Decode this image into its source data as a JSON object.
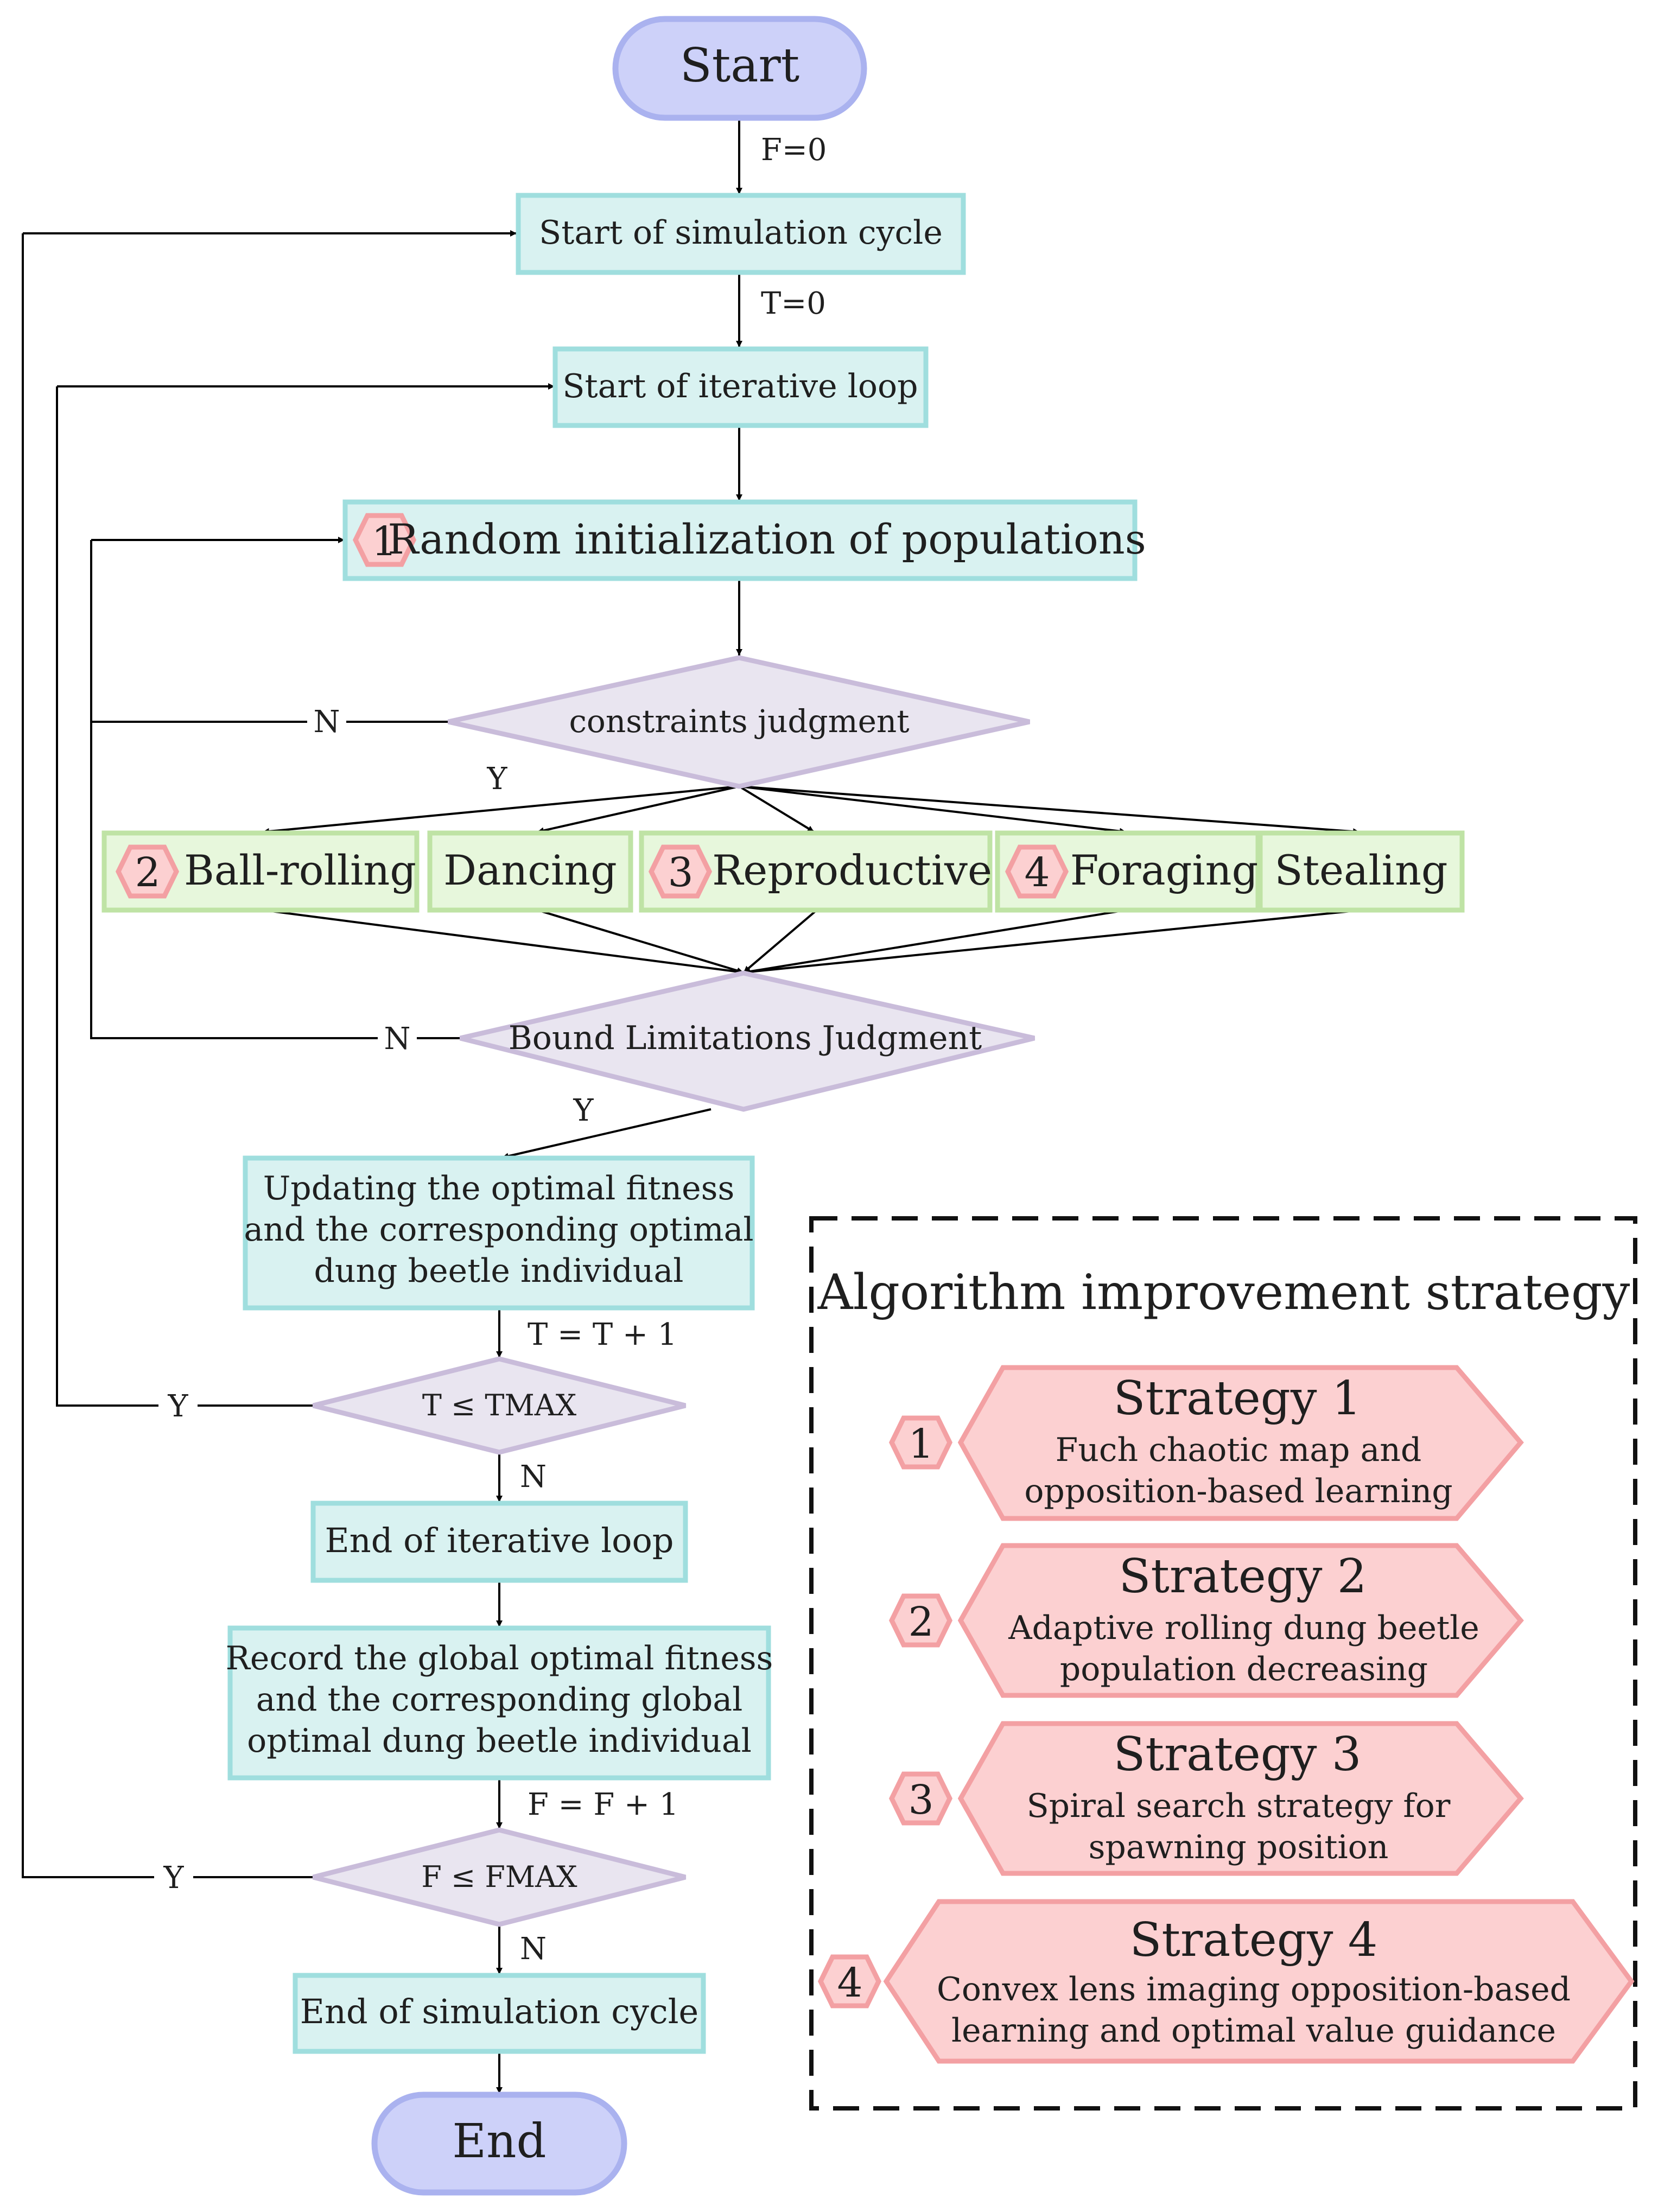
{
  "nodes": {
    "start": "Start",
    "sim_start": "Start of simulation cycle",
    "iter_start": "Start of iterative loop",
    "init_badge": "1",
    "init": "Random initialization of populations",
    "constraints": "constraints judgment",
    "bound": "Bound Limitations Judgment",
    "update_line1": "Updating the optimal fitness",
    "update_line2": "and the corresponding optimal",
    "update_line3": "dung beetle individual",
    "t_check": "T ≤ TMAX",
    "iter_end": "End of iterative loop",
    "record_line1": "Record the global optimal fitness",
    "record_line2": "and the corresponding global",
    "record_line3": "optimal dung beetle individual",
    "f_check": "F ≤ FMAX",
    "sim_end": "End of simulation cycle",
    "end": "End"
  },
  "behaviors": [
    {
      "label": "Ball-rolling",
      "badge": "2"
    },
    {
      "label": "Dancing",
      "badge": ""
    },
    {
      "label": "Reproductive",
      "badge": "3"
    },
    {
      "label": "Foraging",
      "badge": "4"
    },
    {
      "label": "Stealing",
      "badge": ""
    }
  ],
  "edge_labels": {
    "f0": "F=0",
    "t0": "T=0",
    "n_constraints": "N",
    "y_constraints": "Y",
    "n_bound": "N",
    "y_bound": "Y",
    "t_increment": "T = T + 1",
    "y_t": "Y",
    "n_t": "N",
    "f_increment": "F = F + 1",
    "y_f": "Y",
    "n_f": "N"
  },
  "legend": {
    "title": "Algorithm improvement strategy",
    "strategies": [
      {
        "badge": "1",
        "title": "Strategy 1",
        "line1": "Fuch chaotic map and",
        "line2": "opposition-based learning"
      },
      {
        "badge": "2",
        "title": "Strategy 2",
        "line1": "Adaptive rolling dung beetle",
        "line2": "population decreasing"
      },
      {
        "badge": "3",
        "title": "Strategy 3",
        "line1": "Spiral search strategy for",
        "line2": "spawning position"
      },
      {
        "badge": "4",
        "title": "Strategy 4",
        "line1": "Convex lens imaging opposition-based",
        "line2": "learning and optimal value guidance"
      }
    ]
  },
  "colors": {
    "process_fill": "#d9f2f1",
    "terminal_fill": "#cdd1f9",
    "decision_fill": "#e9e5f0",
    "behavior_fill": "#e7f7dc",
    "strategy_fill": "#fcd0d1"
  }
}
